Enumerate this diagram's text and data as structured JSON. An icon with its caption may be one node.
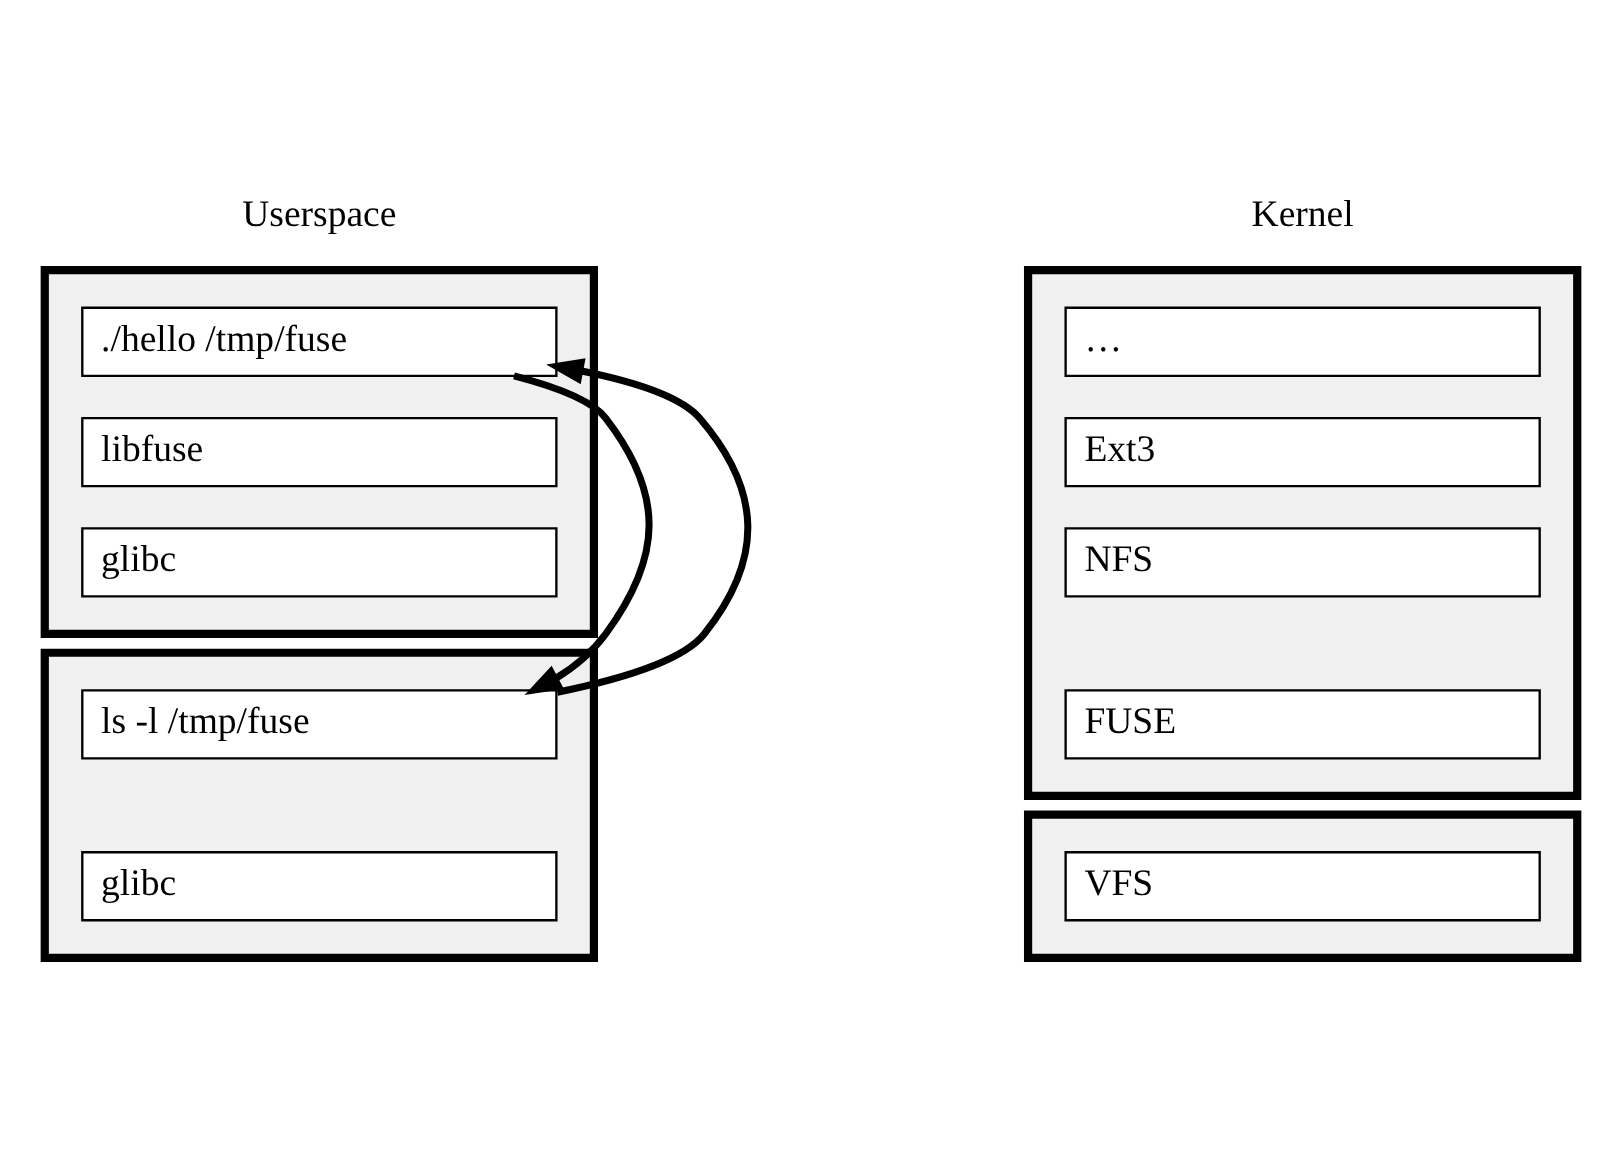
{
  "diagram": {
    "nodes": [
      {
        "text": [],
        "shape": "box"
      },
      {
        "text": [
          "./hello /tmp/fuse"
        ],
        "in": 0
      },
      {
        "text": [
          "libfuse"
        ],
        "in": 0
      },
      {
        "text": [
          "glibc"
        ],
        "in": 0
      },
      {
        "text": [],
        "shape": "box"
      },
      {
        "text": [
          "ls -l /tmp/fuse"
        ],
        "in": 4
      },
      {
        "text": [
          "glibc"
        ],
        "in": 4
      },
      {
        "text": [],
        "shape": "box"
      },
      {
        "text": [
          "…"
        ],
        "in": 7
      },
      {
        "text": [
          "Ext3"
        ],
        "in": 7
      },
      {
        "text": [
          "NFS"
        ],
        "in": 7
      },
      {
        "text": [
          "FUSE"
        ],
        "in": 7
      },
      {
        "text": [],
        "shape": "box"
      },
      {
        "text": [
          "VFS"
        ],
        "in": 12
      }
    ],
    "edges": [
      {
        "from": 1,
        "to": 5,
        "arrow": "to"
      },
      {
        "from": 5,
        "to": 1,
        "arrow": "to"
      }
    ],
    "labels": [
      "Userspace",
      "Kernel"
    ]
  }
}
